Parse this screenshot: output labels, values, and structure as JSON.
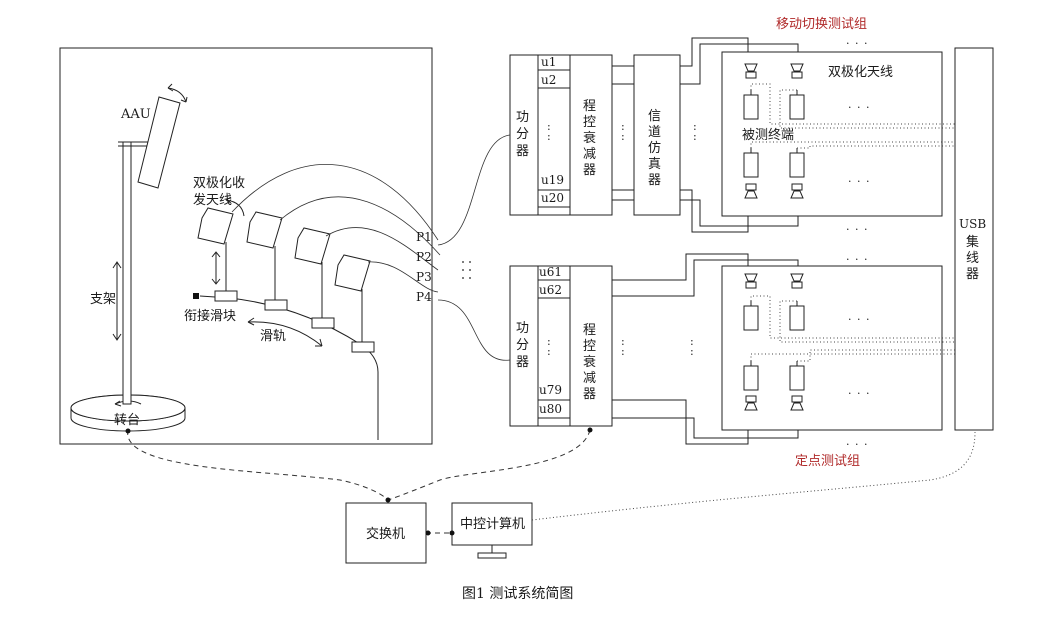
{
  "caption": "图1   测试系统简图",
  "left_panel": {
    "aau": "AAU",
    "support": "支架",
    "turntable": "转台",
    "dual_antenna_line1": "双极化收",
    "dual_antenna_line2": "发天线",
    "slider": "衔接滑块",
    "rail": "滑轨",
    "ports": [
      "P1",
      "P2",
      "P3",
      "P4"
    ]
  },
  "top_group": {
    "splitter_chars": [
      "功",
      "分",
      "器"
    ],
    "ports": [
      "u1",
      "u2",
      "u19",
      "u20"
    ],
    "attenuator_chars": [
      "程",
      "控",
      "衰",
      "减",
      "器"
    ],
    "channel_emulator_chars": [
      "信",
      "道",
      "仿",
      "真",
      "器"
    ],
    "move_switch_label": "移动切换测试组",
    "dual_pol_label": "双极化天线",
    "dut_label": "被测终端"
  },
  "bottom_group": {
    "splitter_chars": [
      "功",
      "分",
      "器"
    ],
    "ports": [
      "u61",
      "u62",
      "u79",
      "u80"
    ],
    "attenuator_chars": [
      "程",
      "控",
      "衰",
      "减",
      "器"
    ],
    "fixed_point_label": "定点测试组"
  },
  "usb_hub": {
    "line1": "USB",
    "line2_chars": [
      "集",
      "线",
      "器"
    ]
  },
  "switch": "交换机",
  "central_pc": "中控计算机",
  "colors": {
    "line": "#222222",
    "red_label": "#b02a2a"
  }
}
